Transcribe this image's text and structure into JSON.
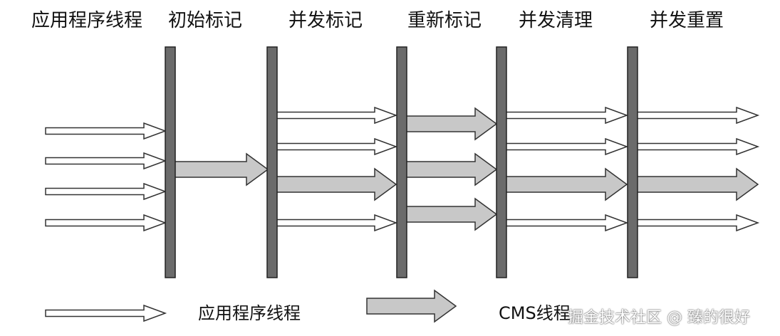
{
  "phases": [
    "应用程序线程",
    "初始标记",
    "并发标记",
    "重新标记",
    "并发清理",
    "并发重置"
  ],
  "legend": {
    "app_thread": "应用程序线程",
    "cms_thread": "CMS线程"
  },
  "watermark": "掘金技术社区 @ 臻的很好",
  "colors": {
    "barrier": "#6b6b6b",
    "cms_arrow": "#c8c8c8",
    "app_arrow": "#ffffff",
    "stroke": "#333333"
  }
}
